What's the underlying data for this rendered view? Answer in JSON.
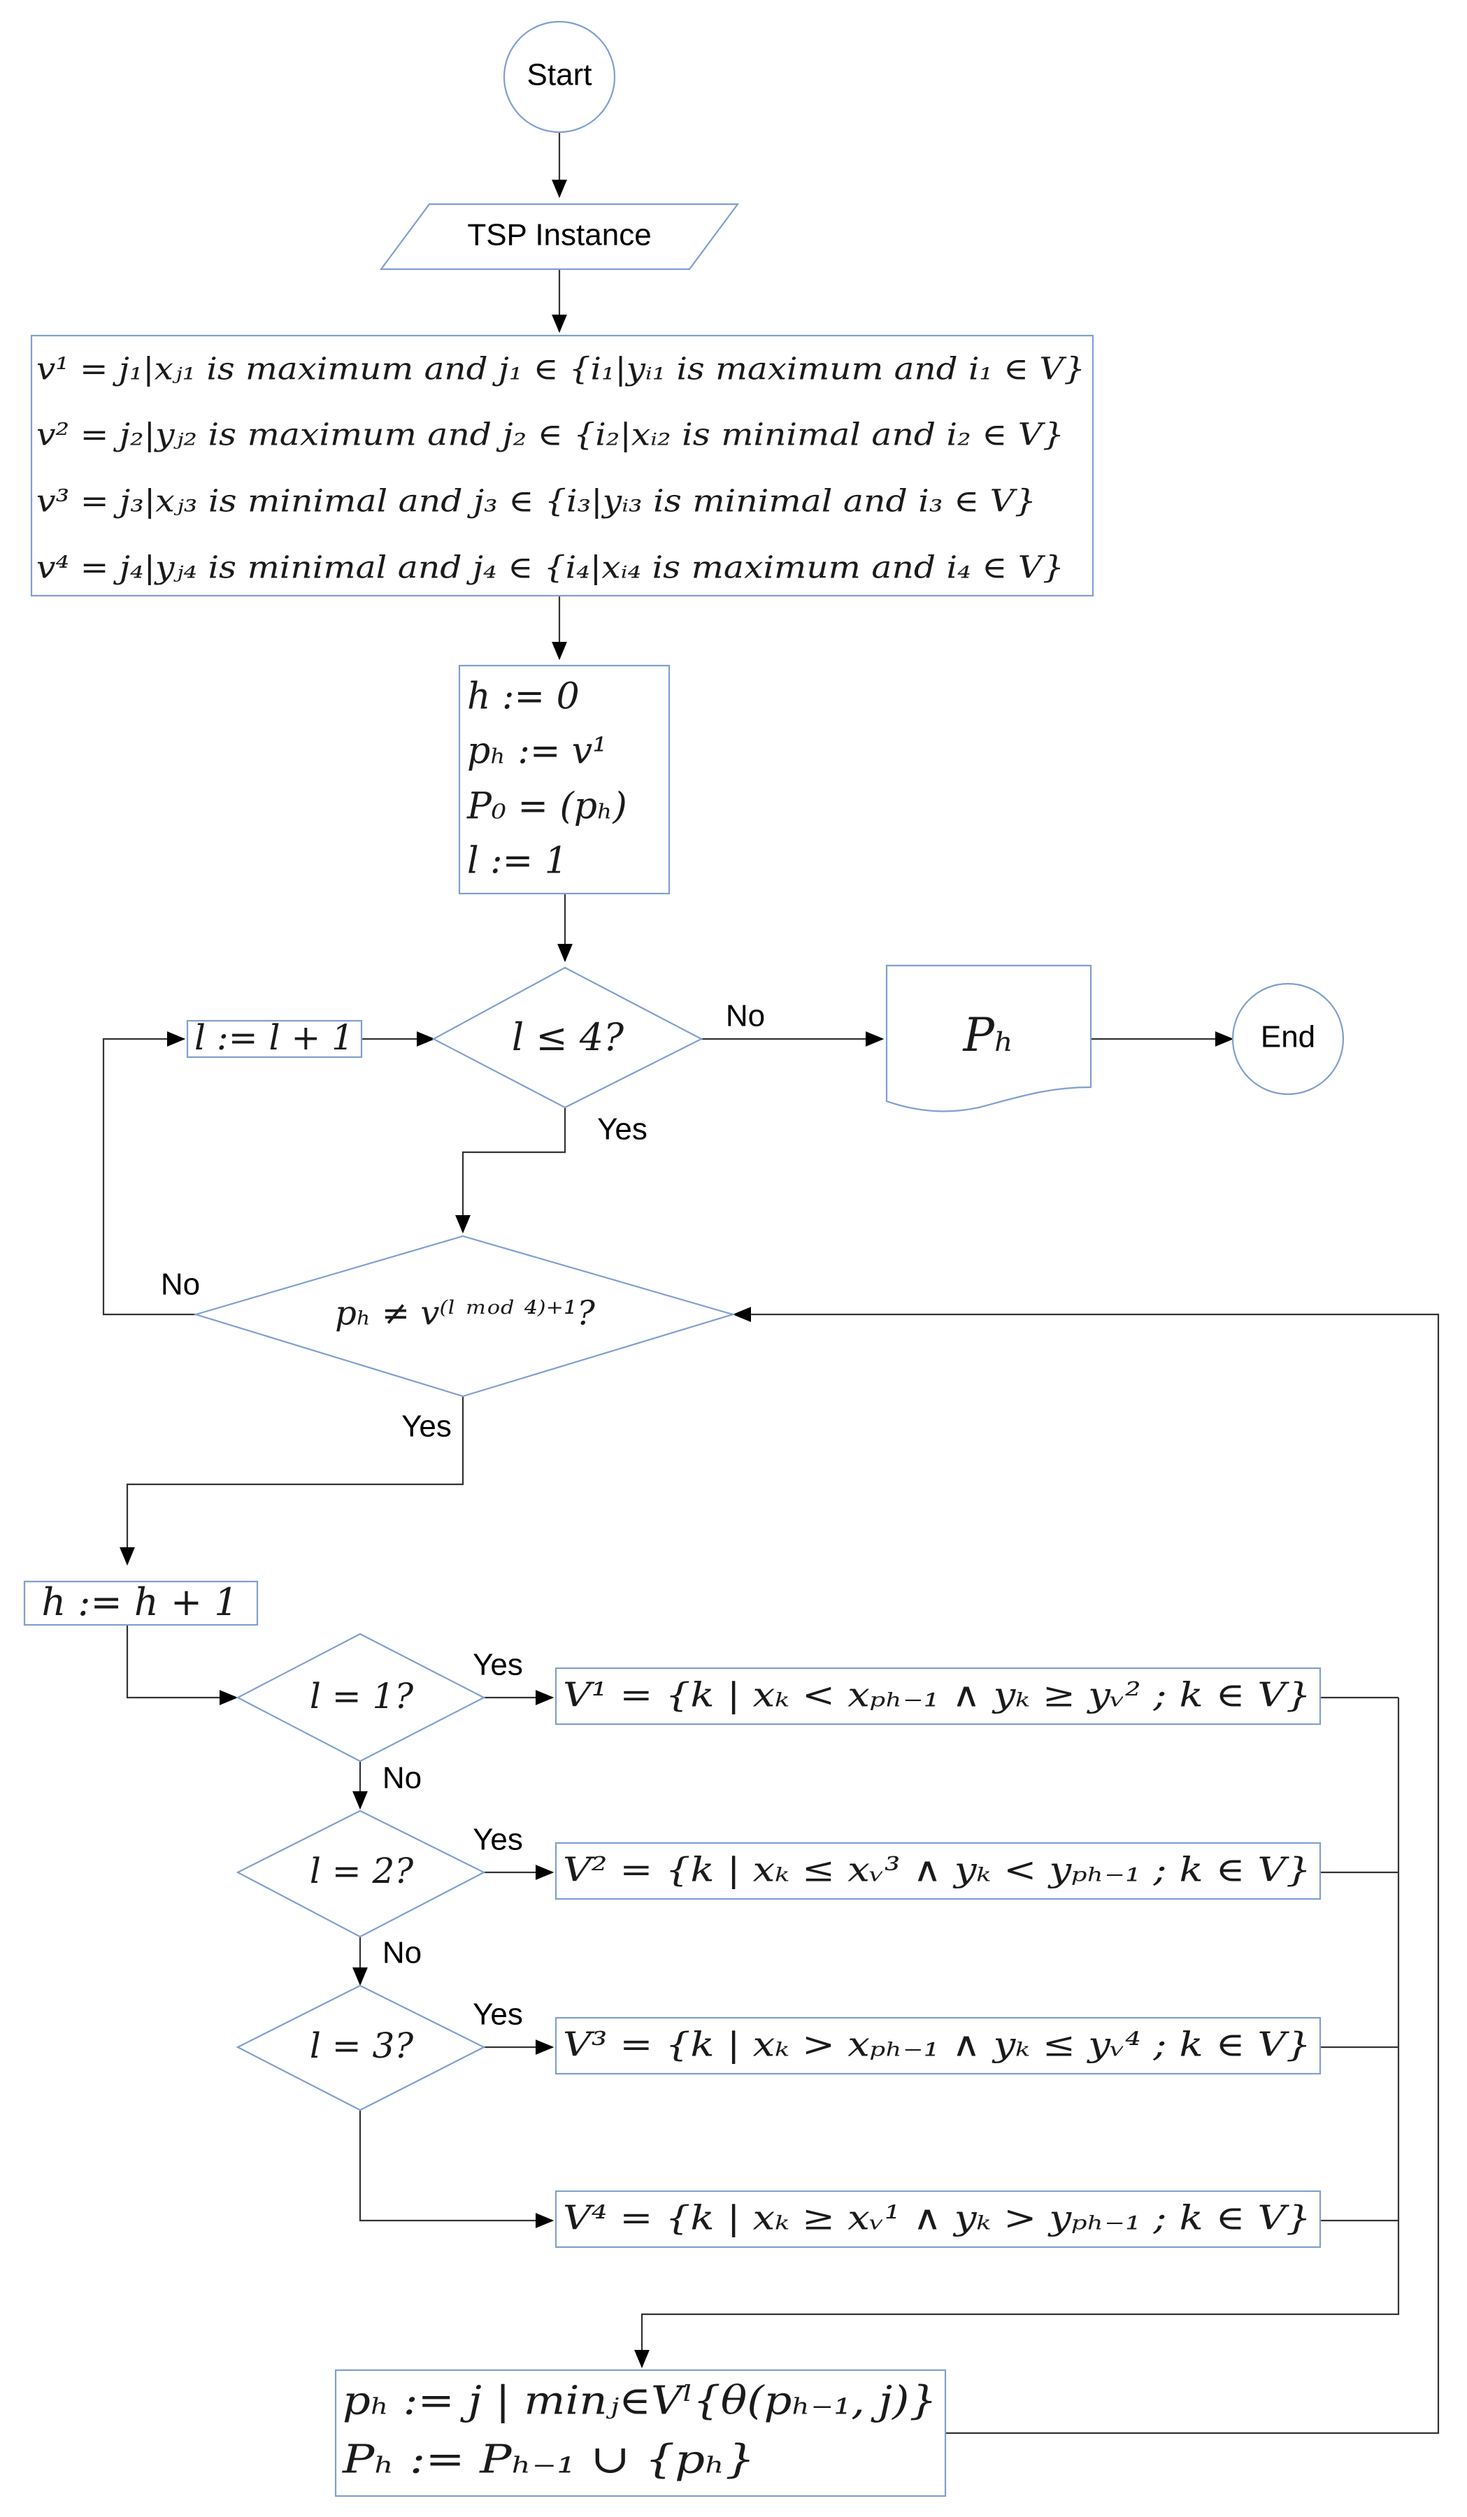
{
  "nodes": {
    "start": "Start",
    "input": "TSP Instance",
    "vertex_defs": [
      "v¹ = j₁|xⱼ₁ is maximum and j₁ ∈ {i₁|yᵢ₁ is maximum and i₁ ∈ V}",
      "v² = j₂|yⱼ₂ is maximum and j₂ ∈ {i₂|xᵢ₂ is minimal and i₂ ∈ V}",
      "v³ = j₃|xⱼ₃ is minimal and j₃ ∈ {i₃|yᵢ₃ is minimal and i₃ ∈ V}",
      "v⁴ = j₄|yⱼ₄ is minimal and j₄ ∈ {i₄|xᵢ₄ is maximum and i₄ ∈ V}"
    ],
    "init": [
      "h := 0",
      "pₕ := v¹",
      "P₀ = (pₕ)",
      "l := 1"
    ],
    "cond_l4": "l ≤ 4?",
    "incr_l": "l := l + 1",
    "output": "Pₕ",
    "end": "End",
    "cond_ph": "pₕ ≠ v⁽ˡ ᵐᵒᵈ ⁴⁾⁺¹?",
    "incr_h": "h := h + 1",
    "cond_l1": "l = 1?",
    "cond_l2": "l = 2?",
    "cond_l3": "l = 3?",
    "set_v1": "V¹ = {k | xₖ < xₚₕ₋₁ ∧ yₖ ≥ yᵥ² ; k ∈ V}",
    "set_v2": "V² = {k | xₖ ≤ xᵥ³ ∧ yₖ < yₚₕ₋₁ ; k ∈ V}",
    "set_v3": "V³ = {k | xₖ > xₚₕ₋₁ ∧ yₖ ≤ yᵥ⁴ ; k ∈ V}",
    "set_v4": "V⁴ = {k | xₖ ≥ xᵥ¹ ∧ yₖ > yₚₕ₋₁ ; k ∈ V}",
    "select": [
      "pₕ := j | minⱼ∈Vˡ{θ(pₕ₋₁, j)}",
      "Pₕ := Pₕ₋₁ ∪ {pₕ}"
    ]
  },
  "edge_labels": {
    "no_output": "No",
    "yes_l4": "Yes",
    "no_ph": "No",
    "yes_ph": "Yes",
    "yes_l1": "Yes",
    "no_l1": "No",
    "yes_l2": "Yes",
    "no_l2": "No",
    "yes_l3": "Yes"
  },
  "colors": {
    "shape_stroke": "#7f9fd1",
    "line": "#333333",
    "text": "#000000"
  }
}
